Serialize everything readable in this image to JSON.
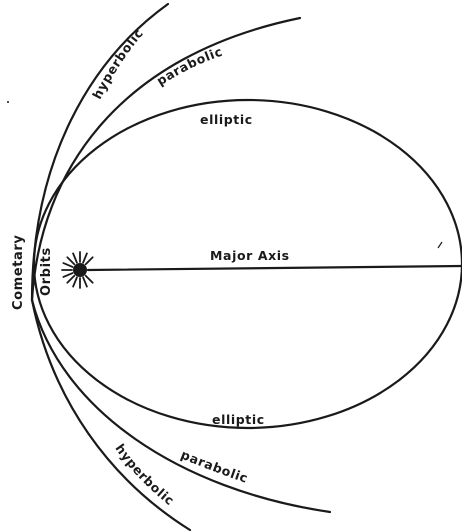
{
  "diagram": {
    "side_title_line1": "Cometary",
    "side_title_line2": "Orbits",
    "labels": {
      "hyperbolic_top": "hyperbolic",
      "parabolic_top": "parabolic",
      "elliptic_top": "elliptic",
      "major_axis": "Major Axis",
      "elliptic_bottom": "elliptic",
      "parabolic_bottom": "parabolic",
      "hyperbolic_bottom": "hyperbolic"
    },
    "central_body_icon": "sun-icon"
  }
}
